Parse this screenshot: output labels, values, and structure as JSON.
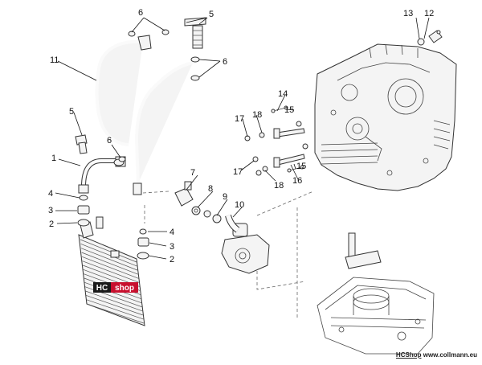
{
  "callouts": [
    "1",
    "2",
    "2",
    "3",
    "3",
    "4",
    "4",
    "5",
    "5",
    "6",
    "6",
    "6",
    "7",
    "8",
    "9",
    "10",
    "11",
    "12",
    "13",
    "14",
    "15",
    "15",
    "16",
    "17",
    "17",
    "18",
    "18"
  ],
  "badge": {
    "left": "HC",
    "right": "shop"
  },
  "footer": {
    "brand": "HCShop",
    "url": "www.collmann.eu"
  },
  "colors": {
    "badge_left": "#1a1a1a",
    "badge_right": "#c8102e",
    "ink": "#111111"
  }
}
